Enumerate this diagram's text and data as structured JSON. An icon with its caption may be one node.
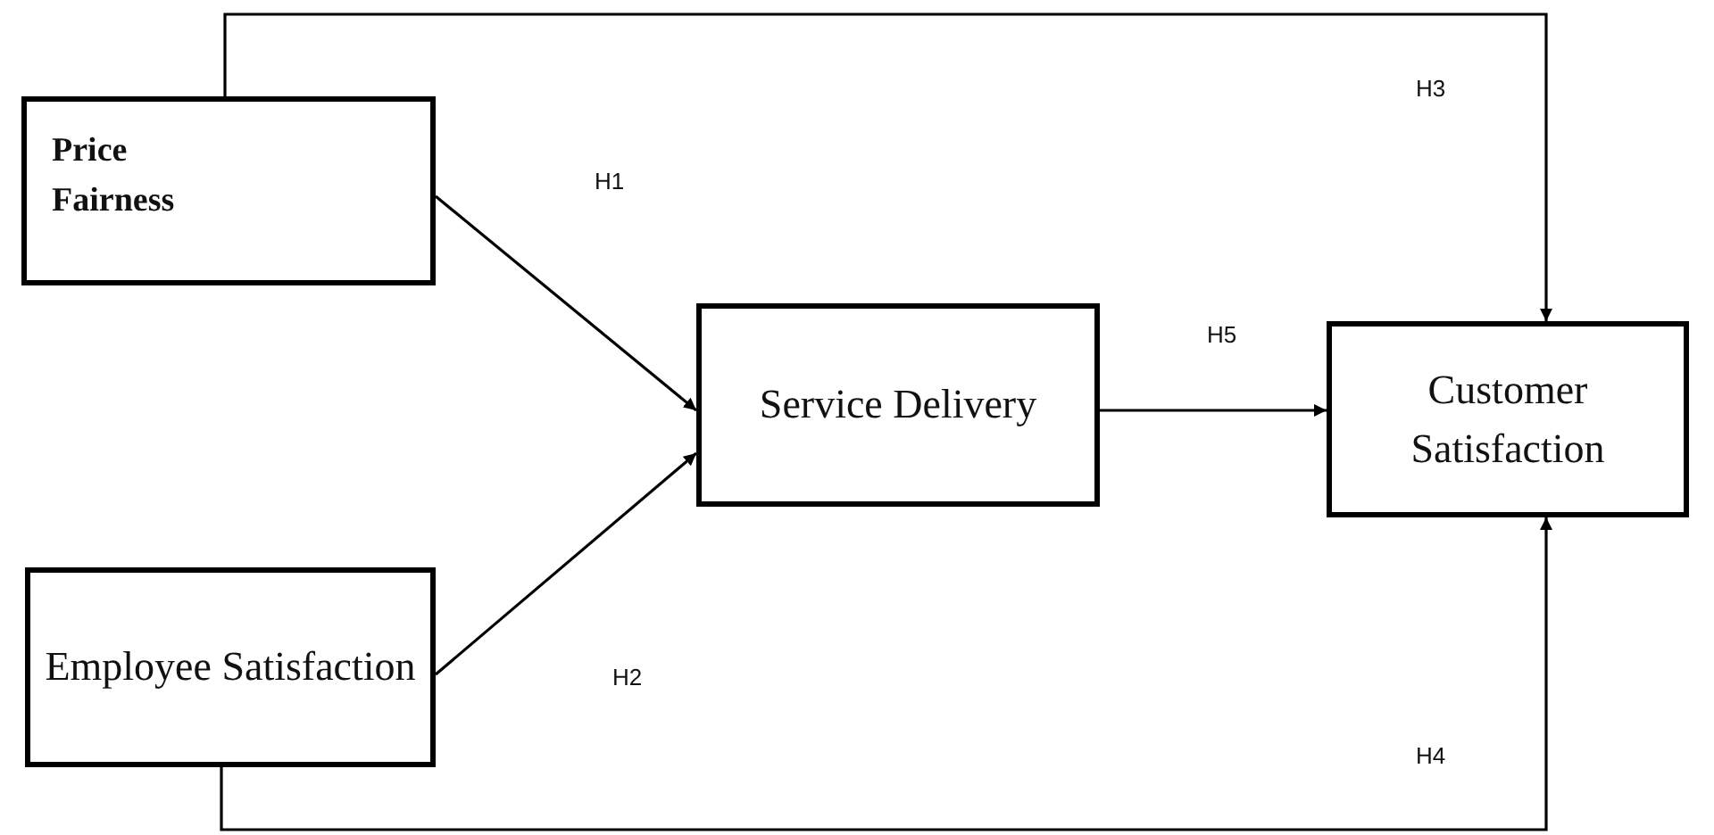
{
  "diagram": {
    "nodes": [
      {
        "text": [
          "Price Fairness"
        ]
      },
      {
        "text": [
          "Employee Satisfaction"
        ]
      },
      {
        "text": [
          "Service Delivery"
        ]
      },
      {
        "text": [
          "Customer Satisfaction"
        ]
      }
    ],
    "edges": [
      {
        "from": 0,
        "to": 2,
        "arrow": "to",
        "label": "H1"
      },
      {
        "from": 1,
        "to": 2,
        "arrow": "to",
        "label": "H2"
      },
      {
        "from": 0,
        "to": 3,
        "arrow": "to",
        "label": "H3"
      },
      {
        "from": 1,
        "to": 3,
        "arrow": "to",
        "label": "H4"
      },
      {
        "from": 2,
        "to": 3,
        "arrow": "to",
        "label": "H5"
      }
    ]
  }
}
